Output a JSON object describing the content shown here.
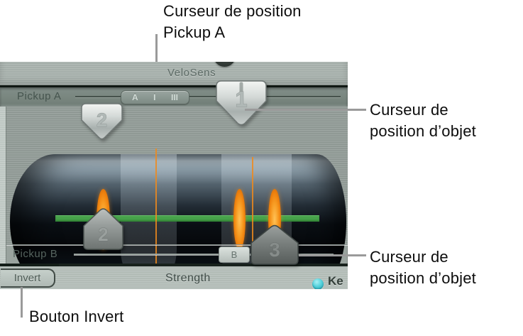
{
  "annotations": {
    "pickup_a_callout": {
      "line1": "Curseur de position",
      "line2": "Pickup A"
    },
    "object_callout_top": {
      "line1": "Curseur de",
      "line2": "position d’objet"
    },
    "object_callout_bottom": {
      "line1": "Curseur de",
      "line2": "position d’objet"
    },
    "invert_callout": "Bouton Invert"
  },
  "ui": {
    "velosens_label": "VeloSens",
    "pickup_a_label": "Pickup A",
    "pickup_b_label": "Pickup B",
    "strength_label": "Strength",
    "invert_label": "Invert",
    "key_label_partial": "Ke",
    "slider_a": {
      "letter": "A",
      "mark1": "I",
      "mark2": "III"
    },
    "slider_b_letter": "B",
    "markers": {
      "top_left": "2",
      "top_right": "1",
      "bottom_left": "2",
      "bottom_right": "3"
    }
  },
  "colors": {
    "object_orange": "#f08c1a",
    "string_green": "#47a24a",
    "led_cyan": "#55d2dc",
    "callout_line_gray": "#9a9a9a",
    "metal_light": "#b4beb9",
    "metal_dark_row": "#79867f",
    "cylinder_black": "#05070a"
  }
}
